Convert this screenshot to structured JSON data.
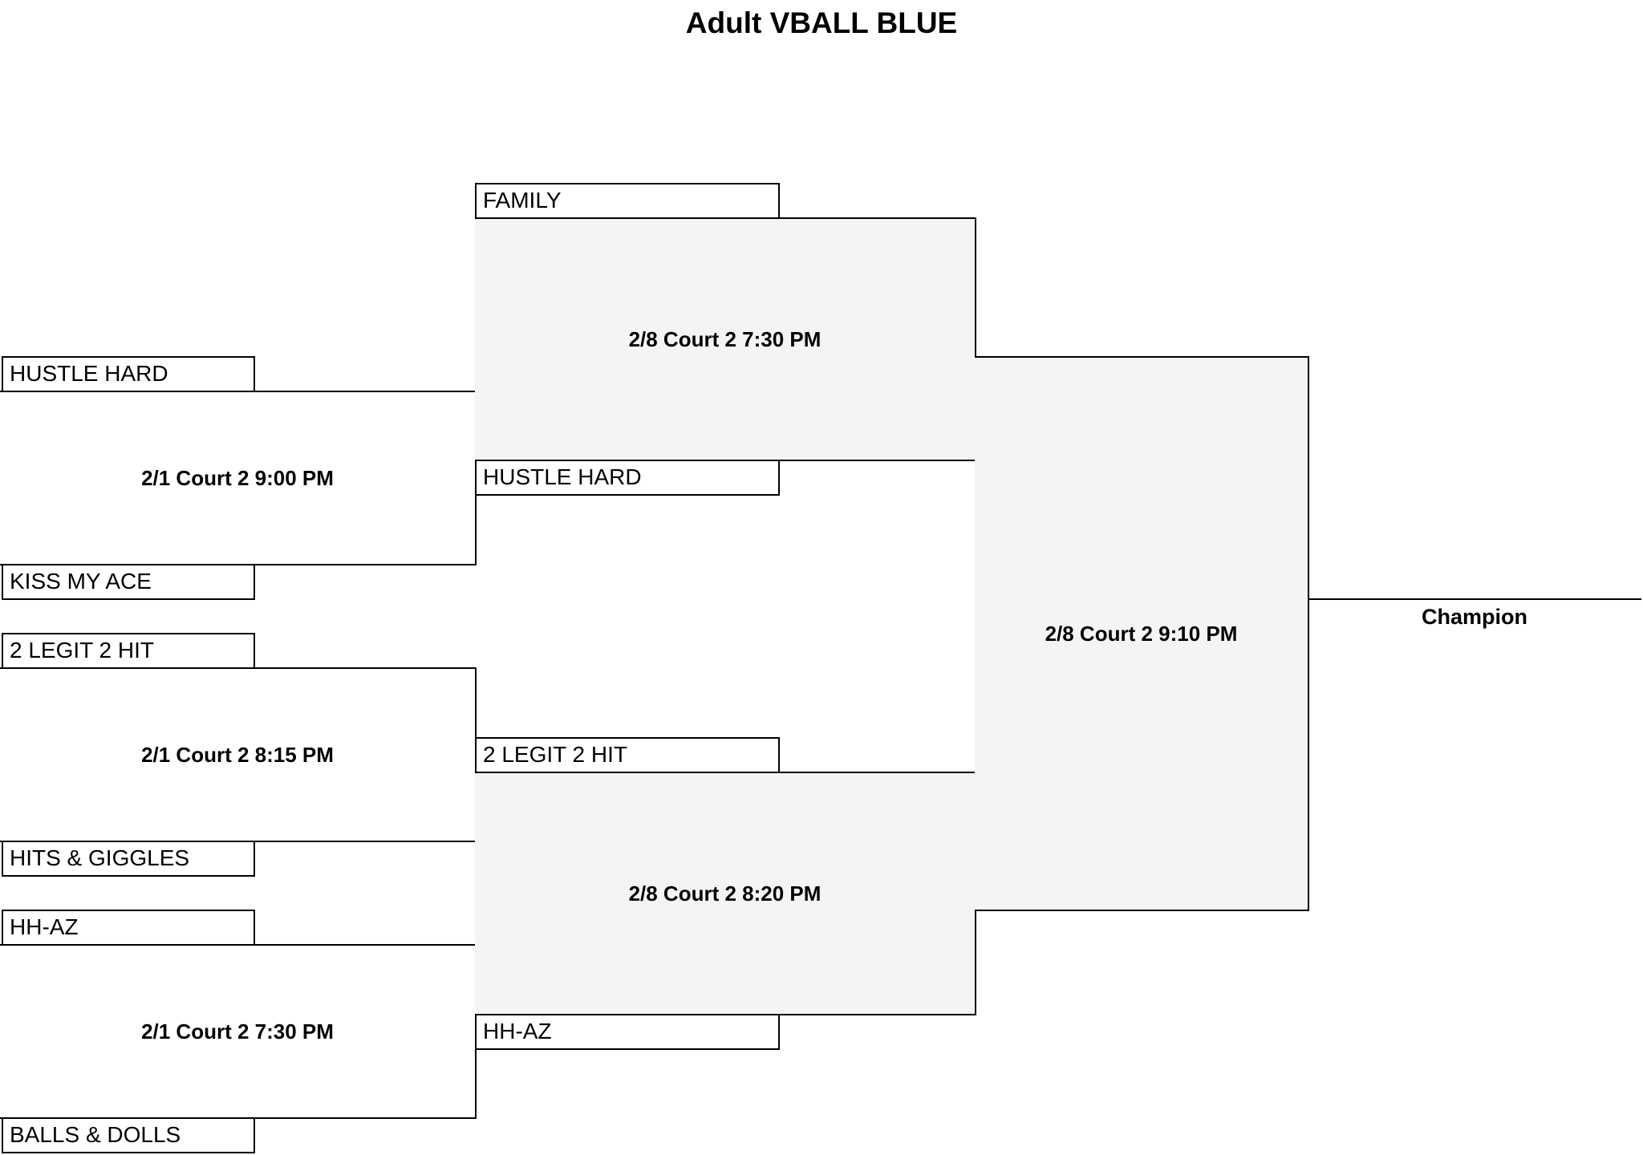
{
  "title": "Adult VBALL BLUE",
  "round1": [
    {
      "top_team": "HUSTLE HARD",
      "bottom_team": "KISS MY ACE",
      "match": "2/1 Court 2 9:00 PM"
    },
    {
      "top_team": "2 LEGIT 2 HIT",
      "bottom_team": "HITS & GIGGLES",
      "match": "2/1 Court 2 8:15 PM"
    },
    {
      "top_team": "HH-AZ",
      "bottom_team": "BALLS & DOLLS",
      "match": "2/1 Court 2 7:30 PM"
    }
  ],
  "round2": [
    {
      "top_team": "FAMILY",
      "bottom_team": "HUSTLE HARD",
      "match": "2/8 Court 2 7:30 PM"
    },
    {
      "top_team": "2 LEGIT 2 HIT",
      "bottom_team": "HH-AZ",
      "match": "2/8 Court 2 8:20 PM"
    }
  ],
  "final": {
    "match": "2/8 Court 2 9:10 PM"
  },
  "champion_label": "Champion"
}
